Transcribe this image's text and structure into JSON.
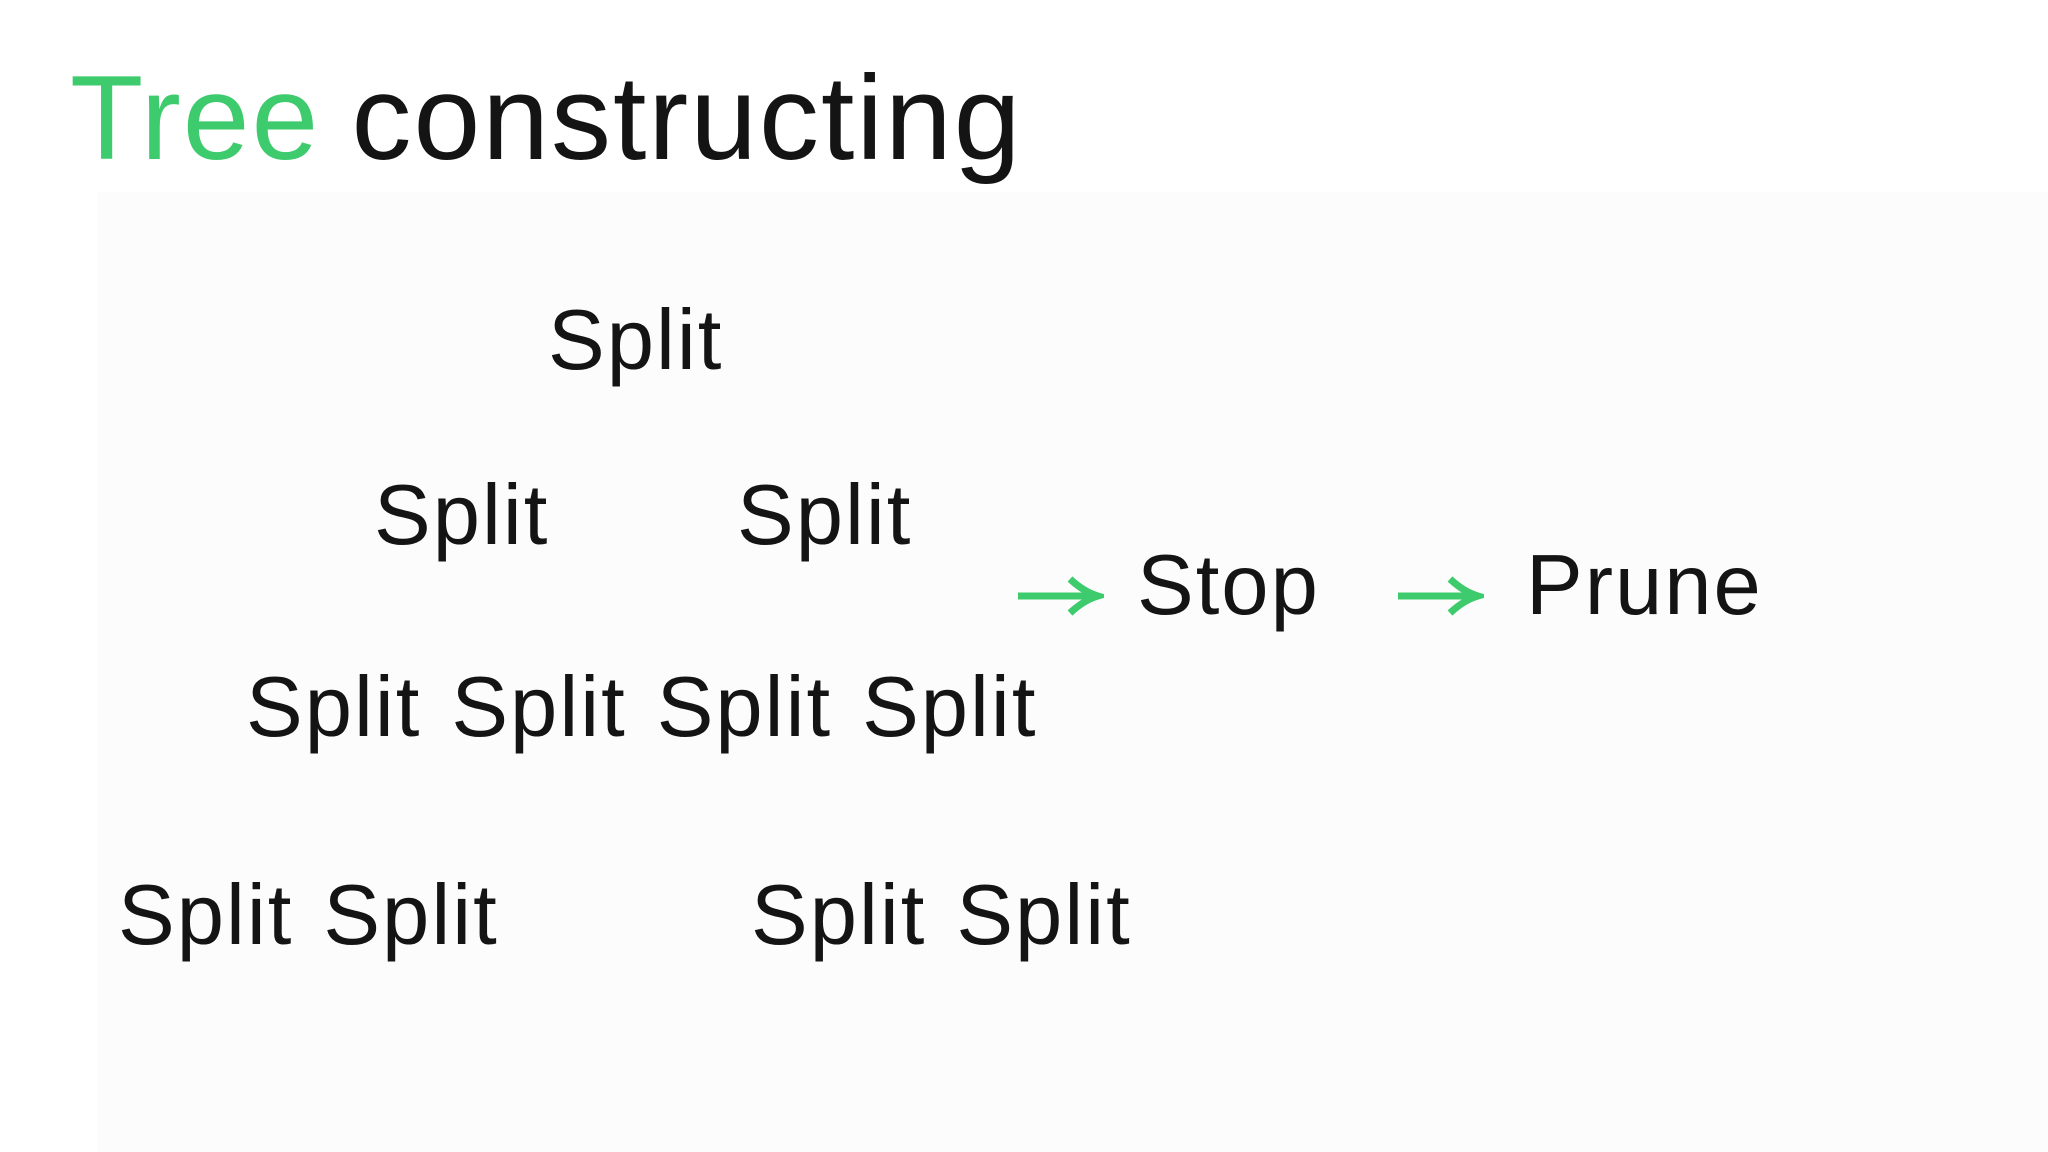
{
  "slide": {
    "title": {
      "highlight": "Tree",
      "rest": "constructing"
    },
    "tree": {
      "levels": [
        {
          "nodes": [
            "Split"
          ]
        },
        {
          "nodes": [
            "Split",
            "Split"
          ]
        },
        {
          "nodes": [
            "Split",
            "Split",
            "Split",
            "Split"
          ]
        },
        {
          "nodes": [
            "Split",
            "Split",
            "Split",
            "Split"
          ]
        }
      ]
    },
    "flow": {
      "arrow_icon": "right-arrow-icon",
      "arrow_glyph": "→",
      "steps": [
        {
          "label": "Stop"
        },
        {
          "label": "Prune"
        }
      ]
    }
  },
  "colors": {
    "accent-green": "#3dcb6d",
    "text-black": "#141414",
    "background": "#ffffff",
    "panel": "#fcfcfd"
  }
}
